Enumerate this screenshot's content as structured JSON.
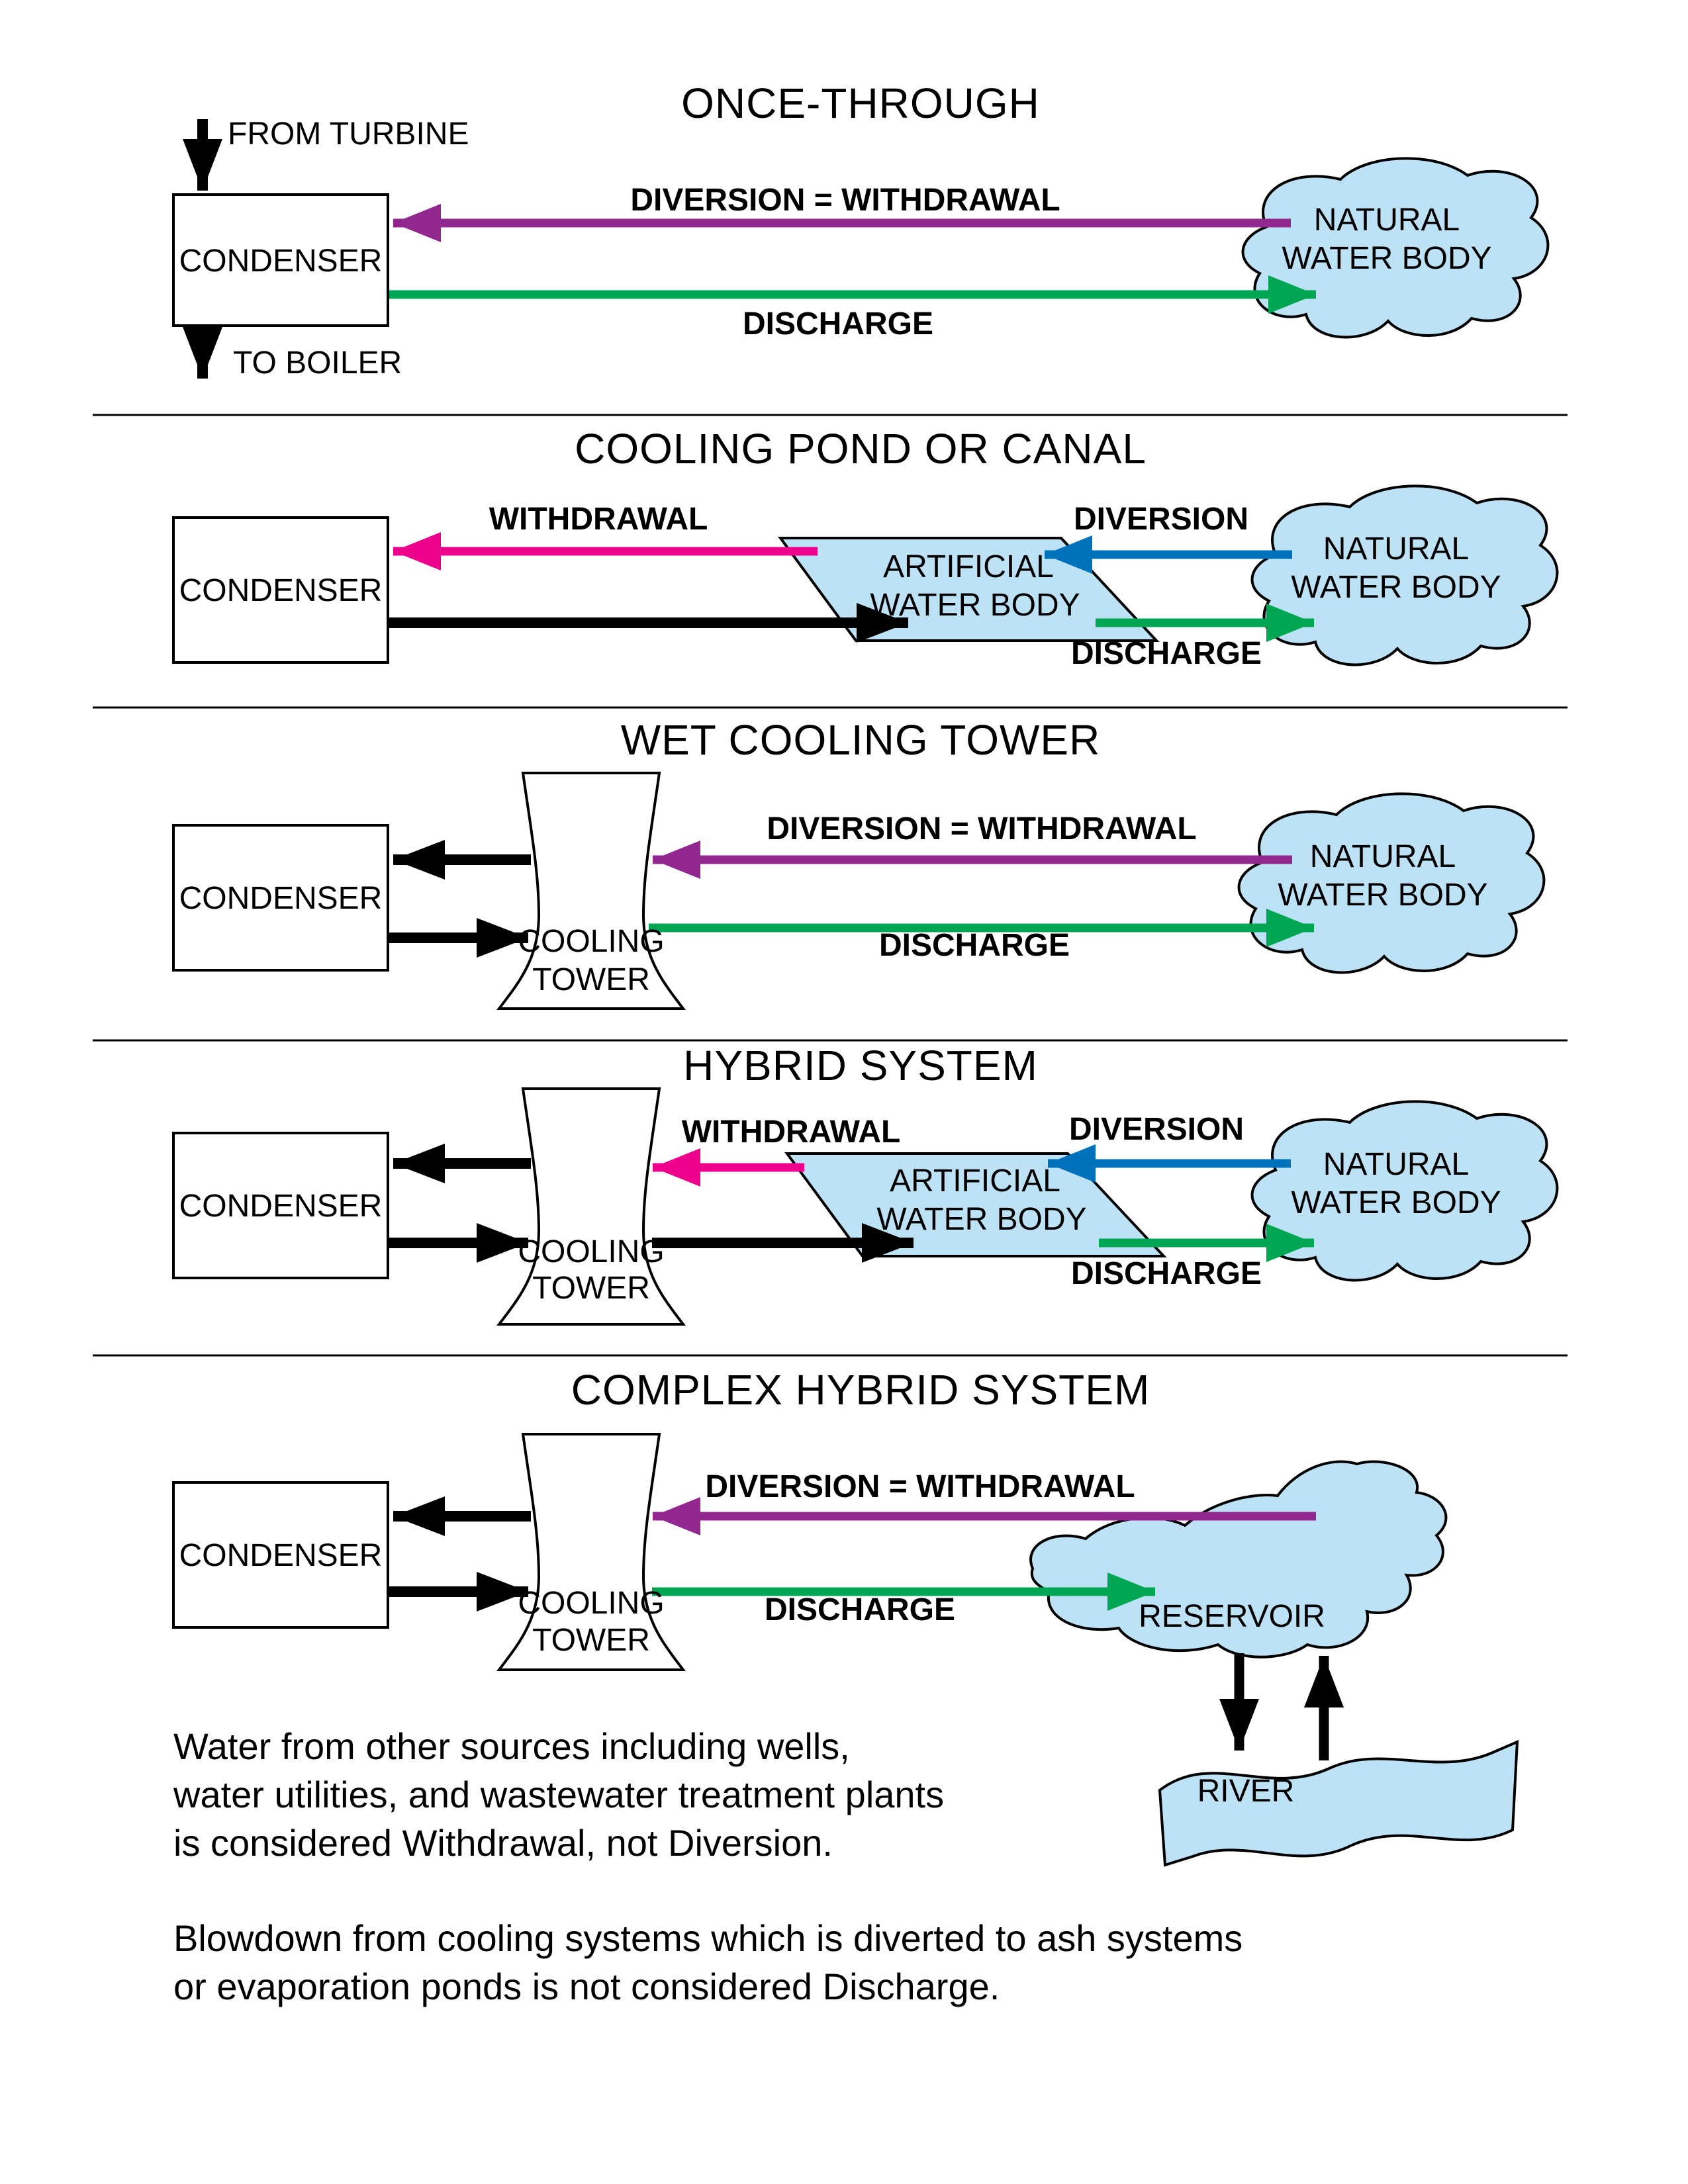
{
  "colors": {
    "purple": "#92278F",
    "green": "#00A651",
    "magenta": "#EC008C",
    "blue": "#0072BC",
    "water_fill": "#BDE2F6",
    "black": "#000000"
  },
  "sections": {
    "once_through": {
      "title": "ONCE-THROUGH",
      "from_turbine_label": "FROM TURBINE",
      "to_boiler_label": "TO BOILER",
      "condenser_label": "CONDENSER",
      "diversion_label": "DIVERSION = WITHDRAWAL",
      "discharge_label": "DISCHARGE",
      "natural_water_body": [
        "NATURAL",
        "WATER BODY"
      ]
    },
    "cooling_pond": {
      "title": "COOLING POND OR CANAL",
      "condenser_label": "CONDENSER",
      "withdrawal_label": "WITHDRAWAL",
      "diversion_label": "DIVERSION",
      "discharge_label": "DISCHARGE",
      "artificial_water_body": [
        "ARTIFICIAL",
        "WATER BODY"
      ],
      "natural_water_body": [
        "NATURAL",
        "WATER BODY"
      ]
    },
    "wet_cooling_tower": {
      "title": "WET COOLING TOWER",
      "condenser_label": "CONDENSER",
      "cooling_tower": [
        "COOLING",
        "TOWER"
      ],
      "diversion_label": "DIVERSION = WITHDRAWAL",
      "discharge_label": "DISCHARGE",
      "natural_water_body": [
        "NATURAL",
        "WATER BODY"
      ]
    },
    "hybrid": {
      "title": "HYBRID SYSTEM",
      "condenser_label": "CONDENSER",
      "cooling_tower": [
        "COOLING",
        "TOWER"
      ],
      "withdrawal_label": "WITHDRAWAL",
      "diversion_label": "DIVERSION",
      "discharge_label": "DISCHARGE",
      "artificial_water_body": [
        "ARTIFICIAL",
        "WATER BODY"
      ],
      "natural_water_body": [
        "NATURAL",
        "WATER BODY"
      ]
    },
    "complex_hybrid": {
      "title": "COMPLEX HYBRID SYSTEM",
      "condenser_label": "CONDENSER",
      "cooling_tower": [
        "COOLING",
        "TOWER"
      ],
      "diversion_label": "DIVERSION = WITHDRAWAL",
      "discharge_label": "DISCHARGE",
      "reservoir_label": "RESERVOIR",
      "river_label": "RIVER"
    }
  },
  "notes": {
    "note1": [
      "Water from other sources including wells,",
      "water utilities, and wastewater treatment plants",
      "is considered Withdrawal, not Diversion."
    ],
    "note2": [
      "Blowdown from cooling systems which is diverted to ash systems",
      "or evaporation ponds is not considered Discharge."
    ]
  }
}
